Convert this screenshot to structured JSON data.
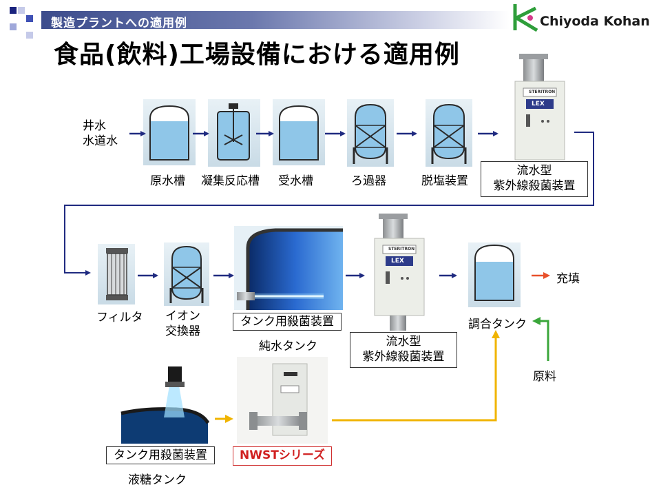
{
  "header": {
    "section_title": "製造プラントへの適用例",
    "main_title": "食品(飲料)工場設備における適用例",
    "logo_text": "Chiyoda Kohan"
  },
  "row1": {
    "source_line1": "井水",
    "source_line2": "水道水",
    "raw_water_tank": "原水槽",
    "coagulation_tank": "凝集反応槽",
    "receiving_tank": "受水槽",
    "filter_unit": "ろ過器",
    "desalination": "脱塩装置",
    "uv_label_line1": "流水型",
    "uv_label_line2": "紫外線殺菌装置"
  },
  "row2": {
    "filter": "フィルタ",
    "ion_exchanger_line1": "イオン",
    "ion_exchanger_line2": "交換器",
    "tank_sterilizer": "タンク用殺菌装置",
    "pure_water_tank": "純水タンク",
    "uv_label_line1": "流水型",
    "uv_label_line2": "紫外線殺菌装置",
    "blend_tank": "調合タンク",
    "filling": "充填",
    "raw_material": "原料"
  },
  "row3": {
    "tank_sterilizer": "タンク用殺菌装置",
    "syrup_tank": "液糖タンク",
    "nwst_series": "NWSTシリーズ"
  },
  "device_panel": {
    "brand": "STERITRON",
    "model": "LEX"
  },
  "colors": {
    "flow_arrow": "#1f2a80",
    "output_arrow": "#e8502a",
    "raw_material_arrow": "#3aa63a",
    "syrup_line": "#f0b400",
    "tank_fill": "#8fc6e8",
    "tank_outline": "#2a2a2a"
  }
}
